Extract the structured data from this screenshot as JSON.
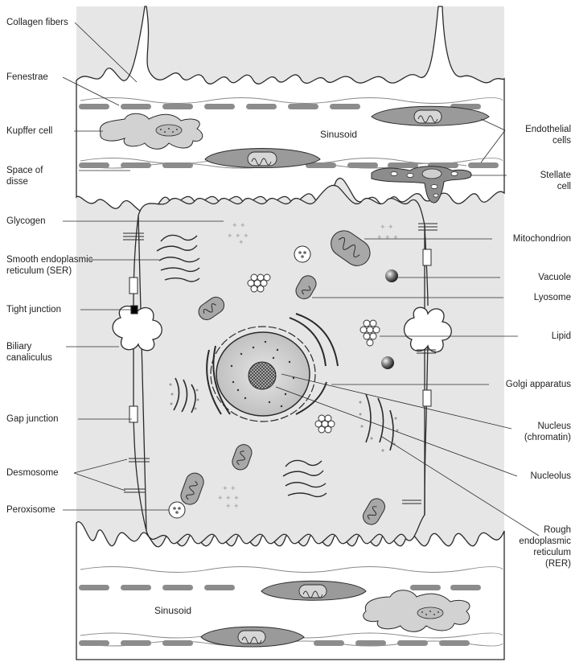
{
  "labels_left": {
    "collagen_fibers": "Collagen fibers",
    "fenestrae": "Fenestrae",
    "kupffer_cell": "Kupffer cell",
    "space_of_disse": [
      "Space of",
      "disse"
    ],
    "glycogen": "Glycogen",
    "ser": [
      "Smooth endoplasmic",
      "reticulum (SER)"
    ],
    "tight_junction": "Tight junction",
    "biliary_canaliculus": [
      "Biliary",
      "canaliculus"
    ],
    "gap_junction": "Gap junction",
    "desmosome": "Desmosome",
    "peroxisome": "Peroxisome"
  },
  "labels_right": {
    "endothelial_cells": [
      "Endothelial",
      "cells"
    ],
    "stellate_cell": [
      "Stellate",
      "cell"
    ],
    "mitochondrion": "Mitochondrion",
    "vacuole": "Vacuole",
    "lyosome": "Lyosome",
    "lipid": "Lipid",
    "golgi_apparatus": "Golgi apparatus",
    "nucleus": [
      "Nucleus",
      "(chromatin)"
    ],
    "nucleolus": "Nucleolus",
    "rer": [
      "Rough",
      "endoplasmic",
      "reticulum",
      "(RER)"
    ]
  },
  "inline_labels": {
    "sinusoid_top": "Sinusoid",
    "sinusoid_bottom": "Sinusoid"
  },
  "colors": {
    "cell_fill": "#e8e8e8",
    "endothelial": "#9a9a9a",
    "line": "#2a2a2a",
    "membrane_white": "#ffffff"
  }
}
